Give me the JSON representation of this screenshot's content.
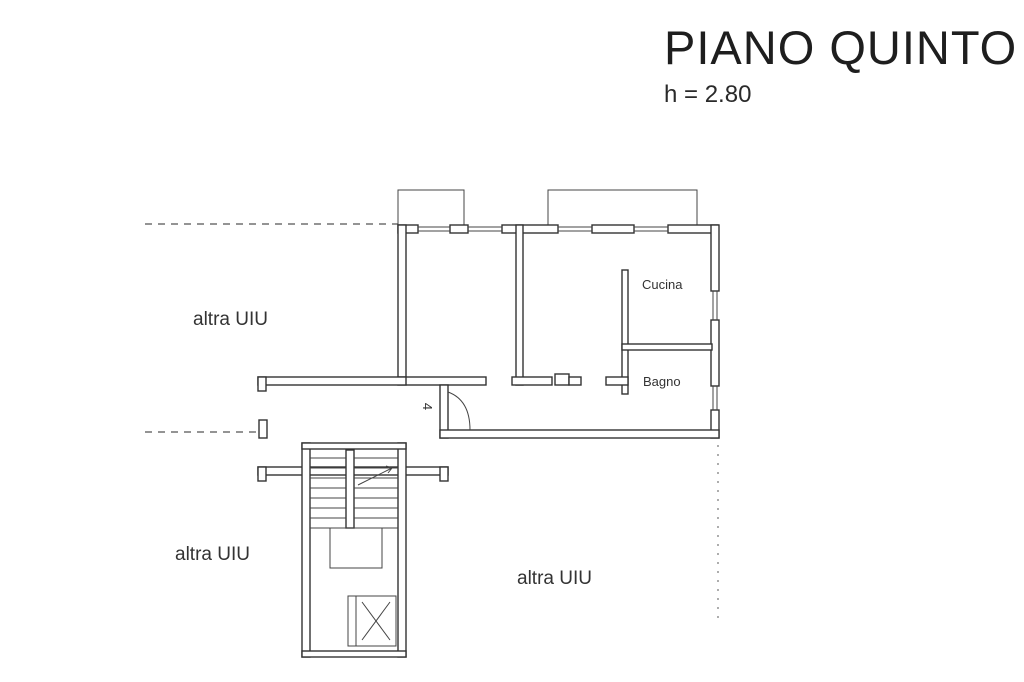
{
  "header": {
    "title": "PIANO  QUINTO",
    "height_label": "h = 2.80"
  },
  "rooms": {
    "kitchen": "Cucina",
    "bathroom": "Bagno"
  },
  "neighbors": {
    "west": "altra UIU",
    "southwest": "altra UIU",
    "south": "altra UIU"
  },
  "stair_marker": "4",
  "colors": {
    "walls": "#333333",
    "background": "#ffffff"
  }
}
